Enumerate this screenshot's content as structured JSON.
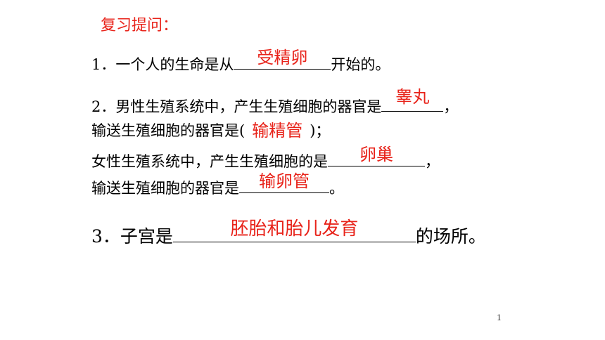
{
  "title": "复习提问：",
  "q1": {
    "before": "1．一个人的生命是从",
    "answer": "受精卵",
    "after": "开始的。"
  },
  "q2": {
    "line1": {
      "before": "2．男性生殖系统中，产生生殖细胞的器官是",
      "answer": "睾丸",
      "after": "，"
    },
    "line2": {
      "before": "输送生殖细胞的器官是(",
      "answer": "输精管",
      "after": ")；"
    },
    "line3": {
      "before": "女性生殖系统中，产生生殖细胞的是",
      "answer": "卵巢",
      "after": "，"
    },
    "line4": {
      "before": "输送生殖细胞的器官是",
      "answer": "输卵管",
      "after": "。"
    }
  },
  "q3": {
    "before": "3．子宫是",
    "answer": "胚胎和胎儿发育",
    "after": "的场所。"
  },
  "page_number": "1",
  "colors": {
    "answer": "#e8231a",
    "text": "#000000"
  }
}
